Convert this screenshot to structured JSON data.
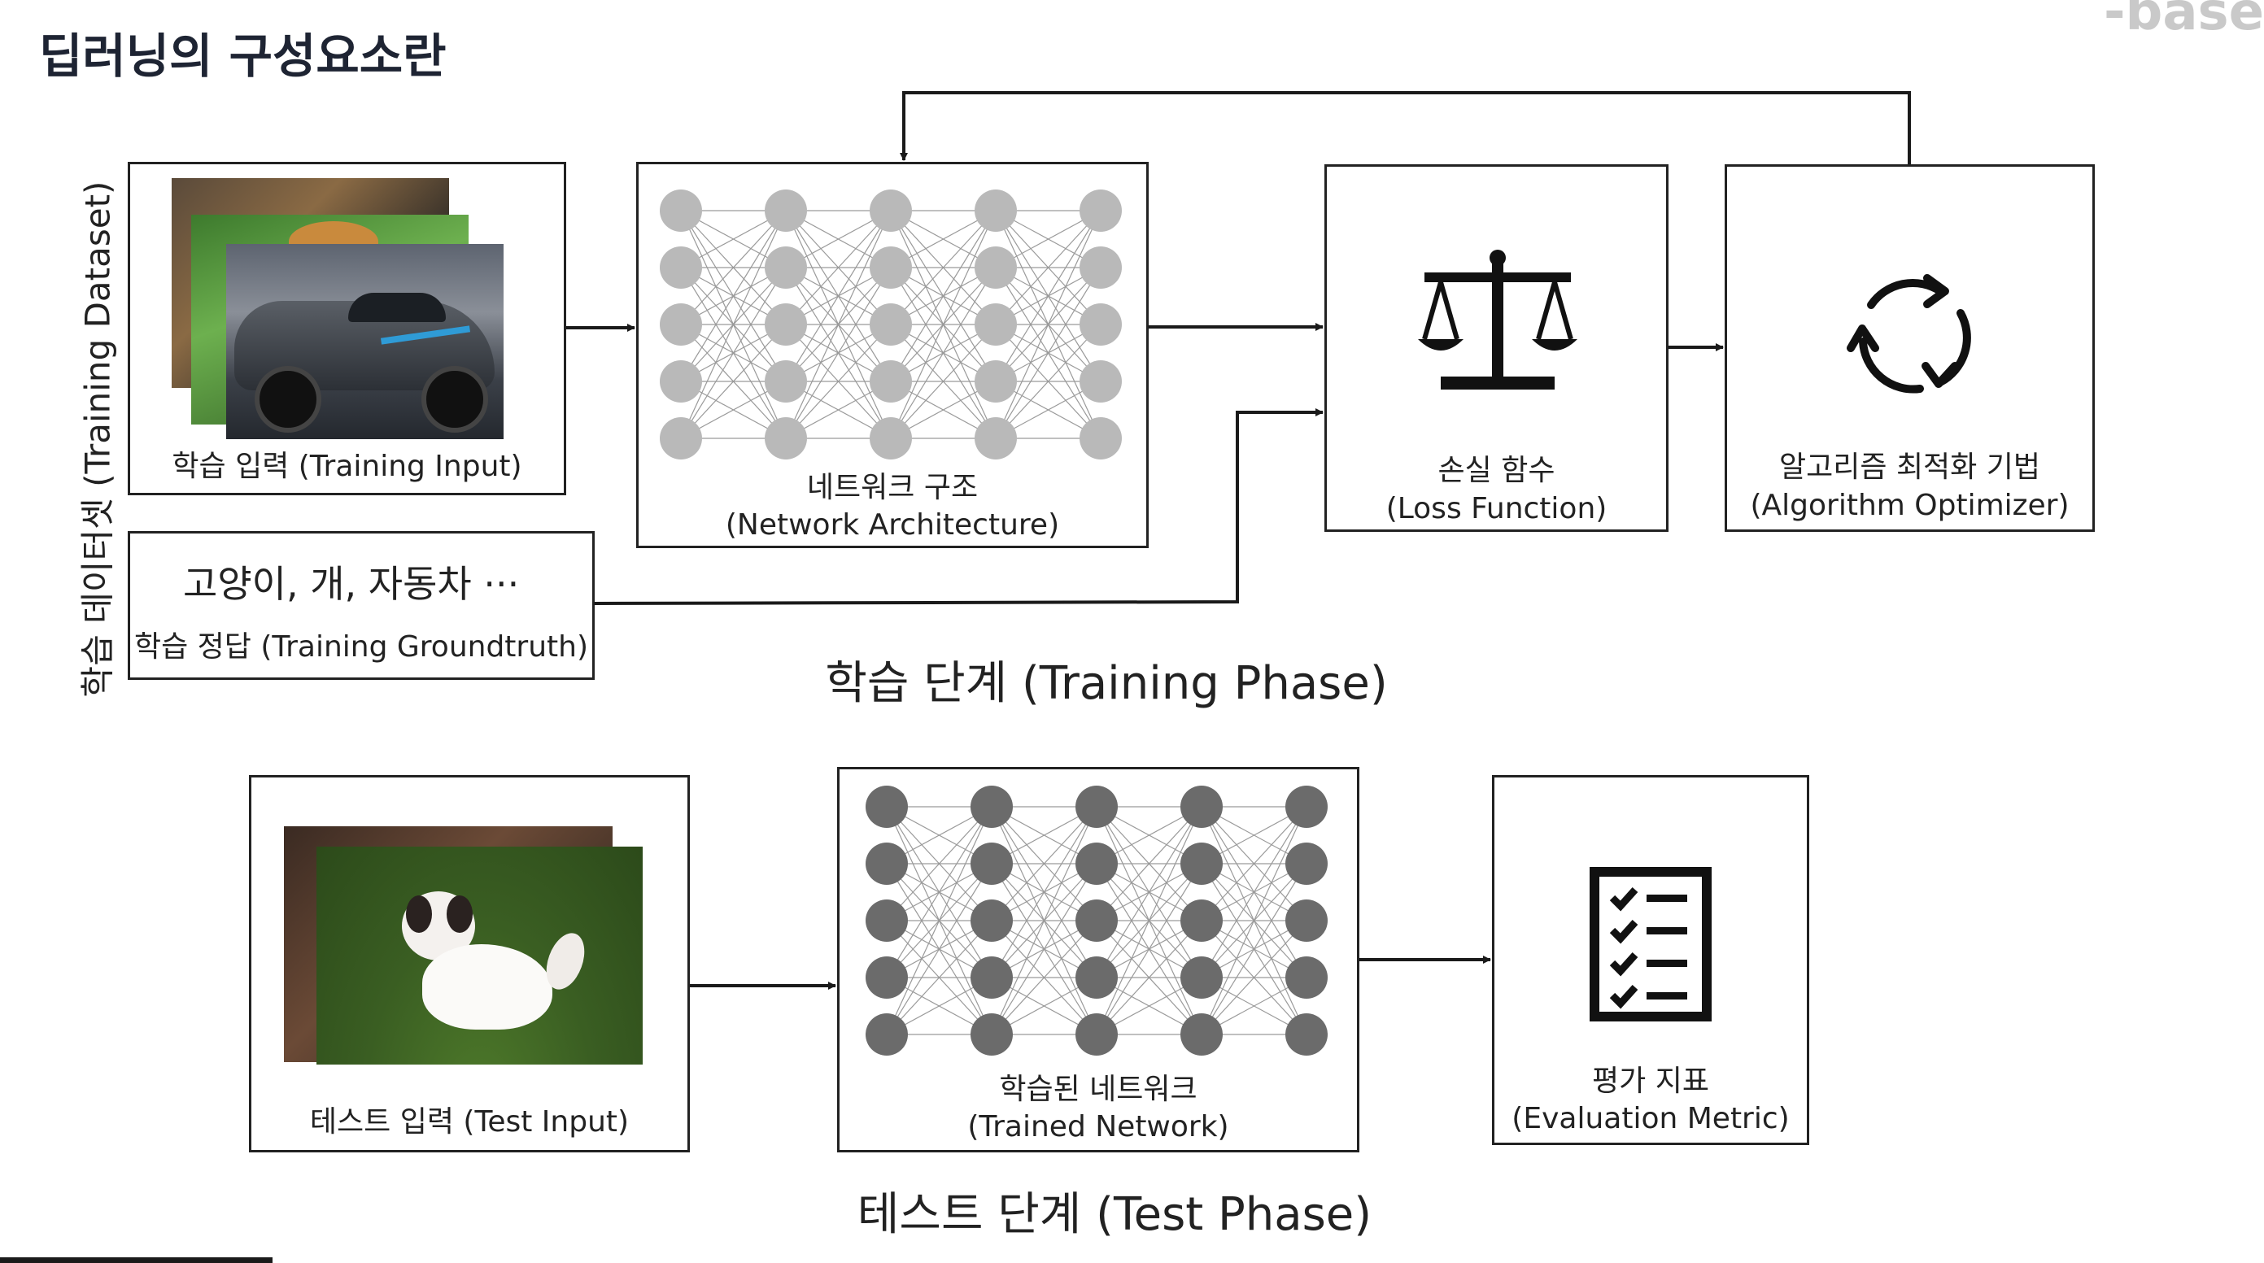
{
  "page": {
    "title": "딥러닝의 구성요소란",
    "corner_text": "-base"
  },
  "training": {
    "side_label": "학습 데이터셋 (Training Dataset)",
    "input_label": "학습 입력 (Training Input)",
    "classes_text": "고양이, 개, 자동차 ···",
    "groundtruth_label": "학습 정답 (Training Groundtruth)",
    "network_label_ko": "네트워크 구조",
    "network_label_en": "(Network Architecture)",
    "loss_label_ko": "손실 함수",
    "loss_label_en": "(Loss Function)",
    "optimizer_label_ko": "알고리즘 최적화 기법",
    "optimizer_label_en": "(Algorithm Optimizer)",
    "phase_label": "학습 단계 (Training Phase)"
  },
  "test": {
    "input_label": "테스트 입력 (Test Input)",
    "network_label_ko": "학습된 네트워크",
    "network_label_en": "(Trained Network)",
    "metric_label_ko": "평가 지표",
    "metric_label_en": "(Evaluation Metric)",
    "phase_label": "테스트 단계 (Test Phase)"
  },
  "icons": {
    "scale": "balance-scale-icon",
    "optimizer": "refresh-cycle-icon",
    "metric": "checklist-icon"
  },
  "colors": {
    "training_node": "#b9b9b9",
    "test_node": "#6b6b6b",
    "line": "#1a1a1a"
  }
}
